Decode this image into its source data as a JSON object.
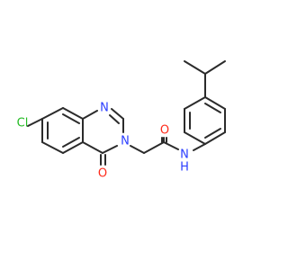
{
  "molecule": {
    "atoms": [
      {
        "id": "Cl",
        "label": "Cl",
        "color": "#22bb22"
      },
      {
        "id": "N1",
        "label": "N",
        "color": "#2a3dff"
      },
      {
        "id": "N3",
        "label": "N",
        "color": "#2a3dff"
      },
      {
        "id": "O4",
        "label": "O",
        "color": "#ff2a1a"
      },
      {
        "id": "O_amide",
        "label": "O",
        "color": "#ff2a1a"
      },
      {
        "id": "NH",
        "label": "N",
        "color": "#2a3dff"
      },
      {
        "id": "NH_H",
        "label": "H",
        "color": "#2a3dff"
      }
    ]
  }
}
